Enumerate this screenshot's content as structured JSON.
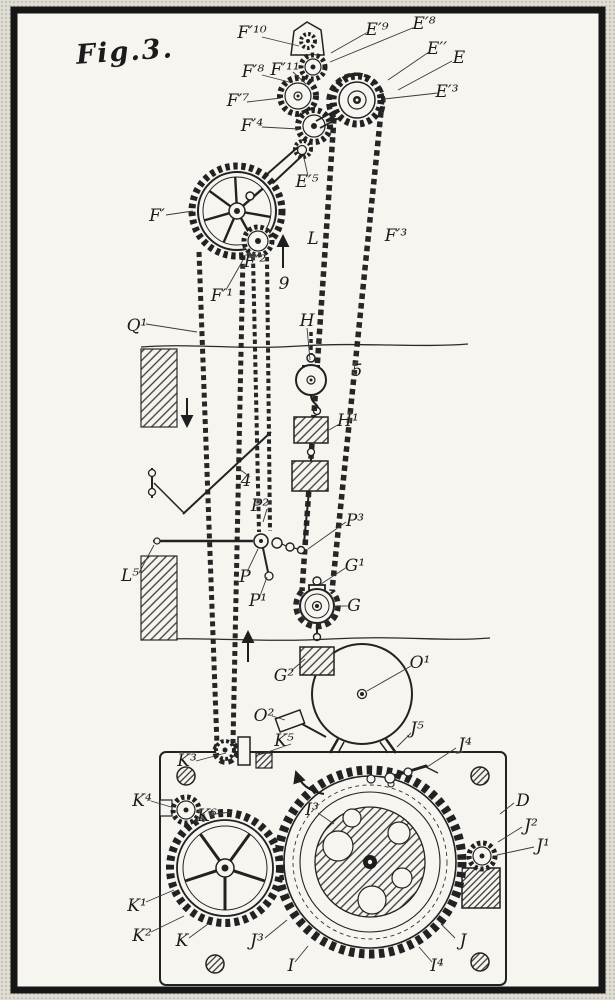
{
  "figure": {
    "caption": "Fig.3."
  },
  "labels": {
    "f10": "F′¹⁰",
    "e9": "E′⁹",
    "e8": "E′⁸",
    "e11": "E′′",
    "e": "E",
    "f8": "F′⁸",
    "f11": "F′¹¹",
    "e3": "E′³",
    "f7": "F′⁷",
    "f4": "F′⁴",
    "e5": "E′⁵",
    "fp": "F′",
    "f2": "F′²",
    "f1": "F′¹",
    "l": "L",
    "f3": "F′³",
    "num9": "9",
    "q1": "Q¹",
    "h": "H",
    "num5": "5",
    "h1": "H¹",
    "num4": "4",
    "p2": "P²",
    "p3": "P³",
    "l5": "L⁵",
    "p": "P",
    "p1": "P¹",
    "g1": "G¹",
    "g": "G",
    "g2": "G²",
    "o1": "O¹",
    "o2": "O²",
    "k5": "K⁵",
    "j5": "J⁵",
    "j4": "J⁴",
    "k3": "K³",
    "k4": "K⁴",
    "k6": "K⁶",
    "d": "D",
    "j2": "J²",
    "j1": "J¹",
    "i3": "I³",
    "k1": "K¹",
    "k2": "K²",
    "k": "K",
    "j3": "J³",
    "i": "I",
    "j": "J",
    "i4": "I⁴"
  },
  "colors": {
    "ink": "#222222",
    "paper": "#f7f5ef"
  }
}
